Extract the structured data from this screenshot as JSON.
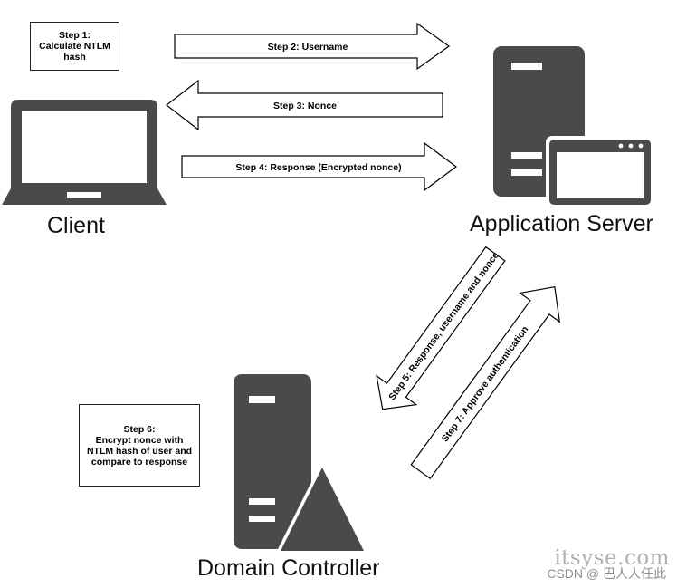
{
  "nodes": {
    "client": {
      "label": "Client"
    },
    "app_server": {
      "label": "Application Server"
    },
    "domain_controller": {
      "label": "Domain Controller"
    }
  },
  "notes": {
    "step1": "Step 1:\nCalculate NTLM\nhash",
    "step6": "Step 6:\nEncrypt nonce with\nNTLM hash of user and\ncompare to response"
  },
  "arrows": {
    "step2": "Step 2: Username",
    "step3": "Step 3: Nonce",
    "step4": "Step 4: Response (Encrypted nonce)",
    "step5": "Step 5: Response, username and nonce",
    "step7": "Step 7: Approve authentication"
  },
  "watermark": {
    "main": "itsyse.com",
    "sub": "CSDN @ 巴人人任此"
  },
  "colors": {
    "icon_fill": "#4a4a4a",
    "icon_highlight": "#ffffff",
    "arrow_stroke": "#000000",
    "arrow_fill": "#ffffff"
  }
}
